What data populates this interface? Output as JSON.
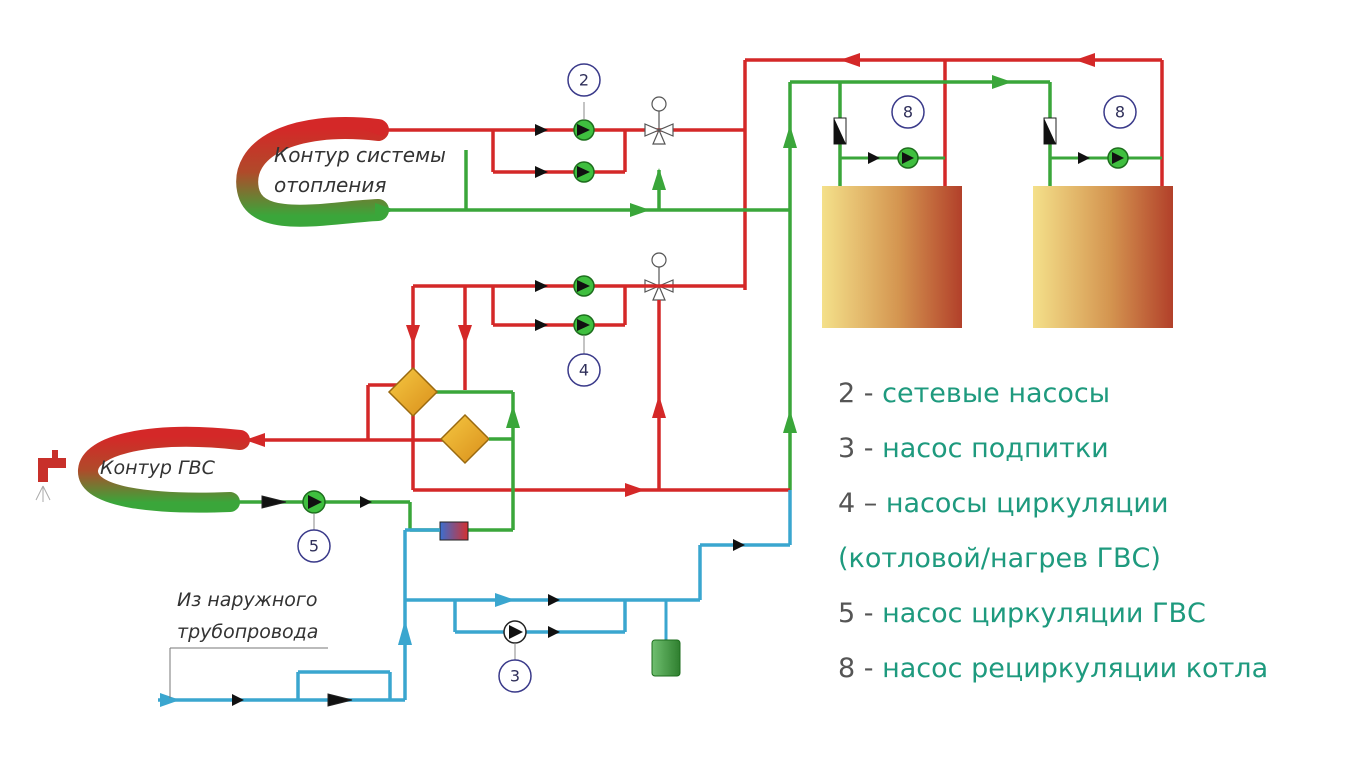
{
  "diagram": {
    "loop_heating_label": [
      "Контур системы",
      "отопления"
    ],
    "loop_dhw_label": "Контур ГВС",
    "inlet_label": [
      "Из наружного",
      "трубопровода"
    ],
    "pump_tags": {
      "p2": "2",
      "p3": "3",
      "p4": "4",
      "p5": "5",
      "p8a": "8",
      "p8b": "8"
    },
    "colors": {
      "supply": "#d42828",
      "return": "#3aa63a",
      "cold_water": "#3aa6cf",
      "legend_text": "#1e9a7e",
      "legend_number": "#555555"
    }
  },
  "legend": [
    {
      "num": "2",
      "sep": " - ",
      "text": "сетевые насосы"
    },
    {
      "num": "3",
      "sep": " - ",
      "text": "насос подпитки"
    },
    {
      "num": "4",
      "sep": " – ",
      "text": "насосы циркуляции"
    },
    {
      "num": "",
      "sep": "",
      "text": "(котловой/нагрев ГВС)"
    },
    {
      "num": "5",
      "sep": " - ",
      "text": "насос циркуляции ГВС"
    },
    {
      "num": "8",
      "sep": " - ",
      "text": "насос рециркуляции котла"
    }
  ]
}
